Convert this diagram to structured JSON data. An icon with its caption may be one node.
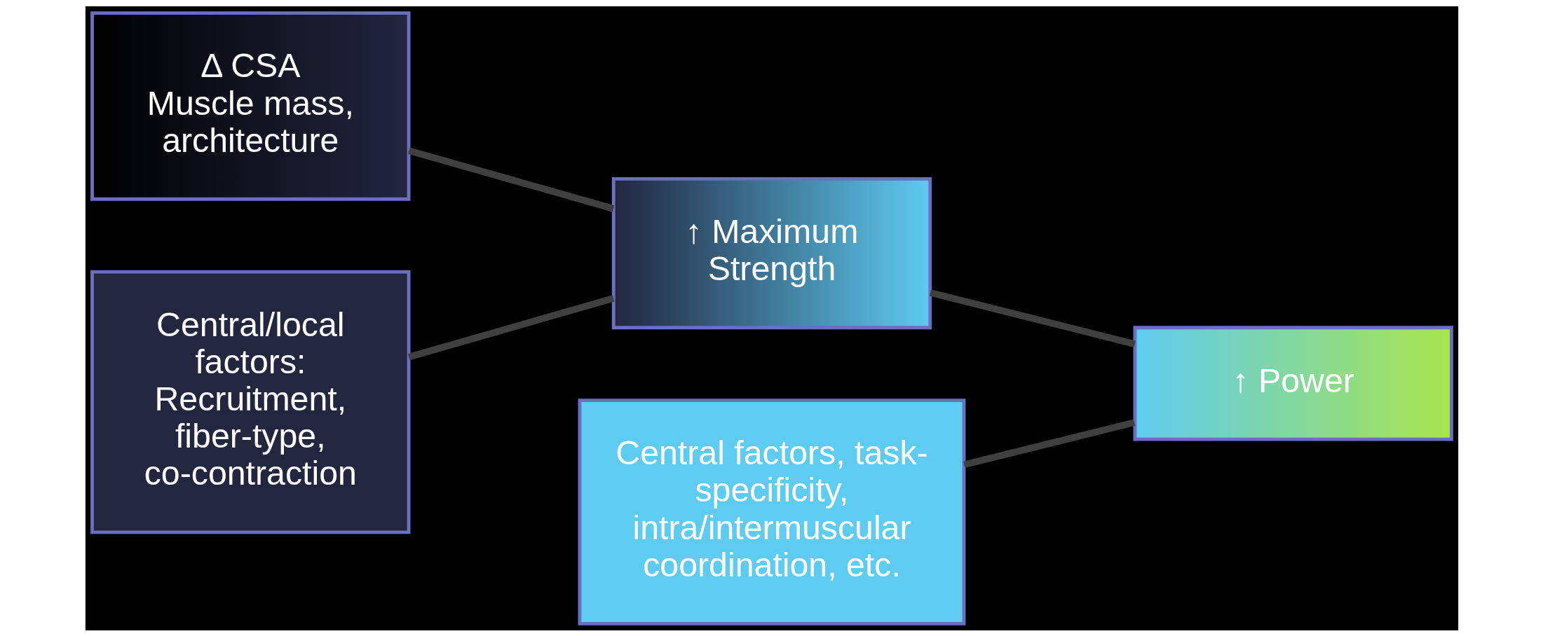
{
  "diagram": {
    "nodes": [
      {
        "text": [
          "Δ CSA",
          "Muscle mass, architecture"
        ]
      },
      {
        "text": [
          "↑ Maximum Strength"
        ]
      },
      {
        "text": [
          "↑ Power"
        ]
      },
      {
        "text": [
          "Central/local factors: Recruitment, fiber-type, co-contraction"
        ]
      },
      {
        "text": [
          "Central factors, task-specificity, intra/intermuscular coordination, etc."
        ]
      }
    ],
    "edges": [
      {
        "from": 0,
        "to": 1,
        "arrow": "none"
      },
      {
        "from": 3,
        "to": 1,
        "arrow": "none"
      },
      {
        "from": 1,
        "to": 2,
        "arrow": "none"
      },
      {
        "from": 4,
        "to": 2,
        "arrow": "none"
      }
    ]
  }
}
